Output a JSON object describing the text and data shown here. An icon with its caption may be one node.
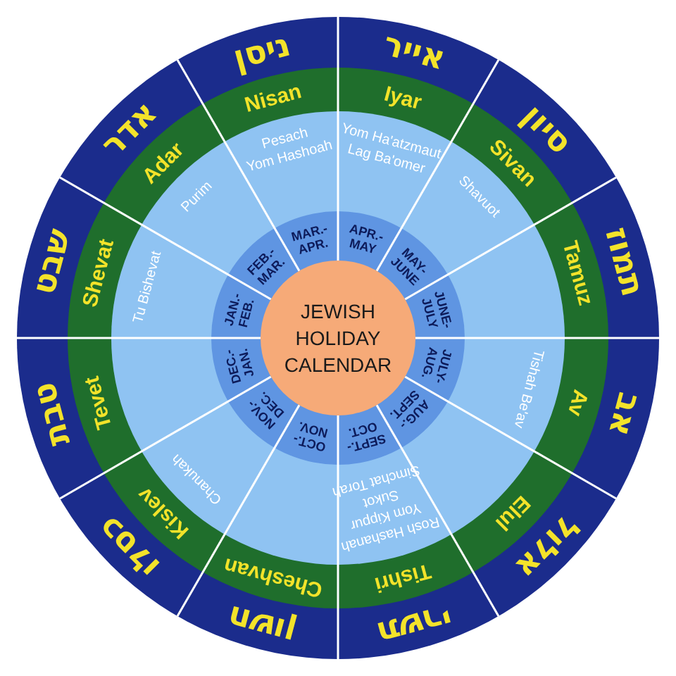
{
  "diagram": {
    "nodes": [
      {
        "text": [
          "JEWISH HOLIDAY CALENDAR"
        ]
      },
      {
        "text": [
          "ניסן"
        ]
      },
      {
        "text": [
          "Nisan"
        ]
      },
      {
        "text": [
          "Pesach",
          "Yom Hashoah"
        ]
      },
      {
        "text": [
          "MAR.- APR."
        ]
      },
      {
        "text": [
          "אייר"
        ]
      },
      {
        "text": [
          "Iyar"
        ]
      },
      {
        "text": [
          "Yom Ha'atzmaut",
          "Lag Ba'omer"
        ]
      },
      {
        "text": [
          "APR.- MAY"
        ]
      },
      {
        "text": [
          "סיון"
        ]
      },
      {
        "text": [
          "Sivan"
        ]
      },
      {
        "text": [
          "Shavuot"
        ]
      },
      {
        "text": [
          "MAY- JUNE"
        ]
      },
      {
        "text": [
          "תמוז"
        ]
      },
      {
        "text": [
          "Tamuz"
        ]
      },
      {
        "text": [
          "JUNE- JULY"
        ]
      },
      {
        "text": [
          "אב"
        ]
      },
      {
        "text": [
          "Av"
        ]
      },
      {
        "text": [
          "Tishah Be'av"
        ]
      },
      {
        "text": [
          "JULY- AUG."
        ]
      },
      {
        "text": [
          "אלול"
        ]
      },
      {
        "text": [
          "Elul"
        ]
      },
      {
        "text": [
          "AUG.- SEPT."
        ]
      },
      {
        "text": [
          "תשרי"
        ]
      },
      {
        "text": [
          "Tishri"
        ]
      },
      {
        "text": [
          "Rosh Hashanah",
          "Yom Kippur",
          "Sukot",
          "Simchat Torah"
        ]
      },
      {
        "text": [
          "SEPT.- OCT."
        ]
      },
      {
        "text": [
          "חשון"
        ]
      },
      {
        "text": [
          "Cheshvan"
        ]
      },
      {
        "text": [
          "OCT.- NOV."
        ]
      },
      {
        "text": [
          "כסלו"
        ]
      },
      {
        "text": [
          "Kislev"
        ]
      },
      {
        "text": [
          "Chanukah"
        ]
      },
      {
        "text": [
          "NOV.- DEC."
        ]
      },
      {
        "text": [
          "טבת"
        ]
      },
      {
        "text": [
          "Tevet"
        ]
      },
      {
        "text": [
          "DEC.- JAN."
        ]
      },
      {
        "text": [
          "שבט"
        ]
      },
      {
        "text": [
          "Shevat"
        ]
      },
      {
        "text": [
          "Tu Bishevat"
        ]
      },
      {
        "text": [
          "JAN.- FEB."
        ]
      },
      {
        "text": [
          "אדר"
        ]
      },
      {
        "text": [
          "Adar"
        ]
      },
      {
        "text": [
          "Purim"
        ]
      },
      {
        "text": [
          "FEB.- MAR."
        ]
      }
    ]
  }
}
